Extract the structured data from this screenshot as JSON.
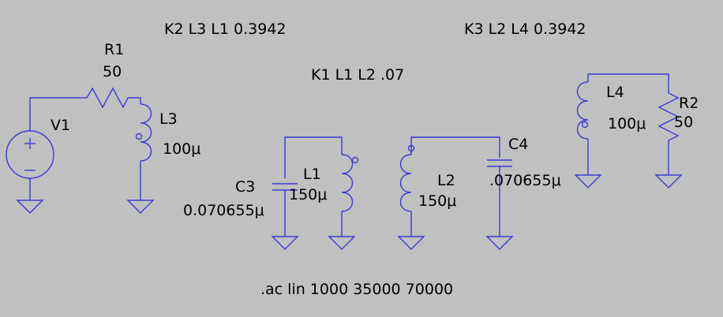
{
  "directives": {
    "k2": "K2 L3 L1 0.3942",
    "k3": "K3 L2 L4 0.3942",
    "k1": "K1 L1 L2 .07",
    "ac": ".ac lin 1000 35000 70000"
  },
  "components": {
    "v1": {
      "name": "V1"
    },
    "r1": {
      "name": "R1",
      "value": "50"
    },
    "l3": {
      "name": "L3",
      "value": "100μ"
    },
    "c3": {
      "name": "C3",
      "value": "0.070655μ"
    },
    "l1": {
      "name": "L1",
      "value": "150μ"
    },
    "l2": {
      "name": "L2",
      "value": "150μ"
    },
    "c4": {
      "name": "C4",
      "value": ".070655μ"
    },
    "l4": {
      "name": "L4",
      "value": "100μ"
    },
    "r2": {
      "name": "R2",
      "value": "50"
    }
  },
  "colors": {
    "background": "#c0c0c0",
    "wire": "#3a3ad8",
    "text": "#000000"
  }
}
